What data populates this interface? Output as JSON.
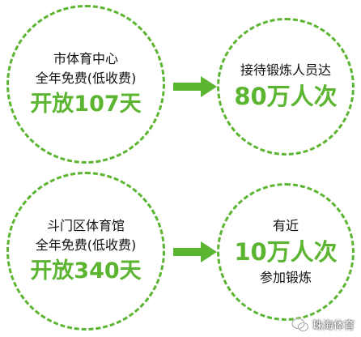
{
  "theme": {
    "accent": "#5cb531",
    "text": "#111111"
  },
  "blocks": [
    {
      "source": {
        "line1": "市体育中心",
        "line2": "全年免费(低收费)",
        "highlight": "开放107天"
      },
      "result": {
        "line1": "接待锻炼人员达",
        "highlight": "80万人次"
      }
    },
    {
      "source": {
        "line1": "斗门区体育馆",
        "line2": "全年免费(低收费)",
        "highlight": "开放340天"
      },
      "result": {
        "line1": "有近",
        "highlight": "10万人次",
        "line2": "参加锻炼"
      }
    }
  ],
  "watermark": {
    "icon": "wechat-icon",
    "text": "珠海体育"
  }
}
